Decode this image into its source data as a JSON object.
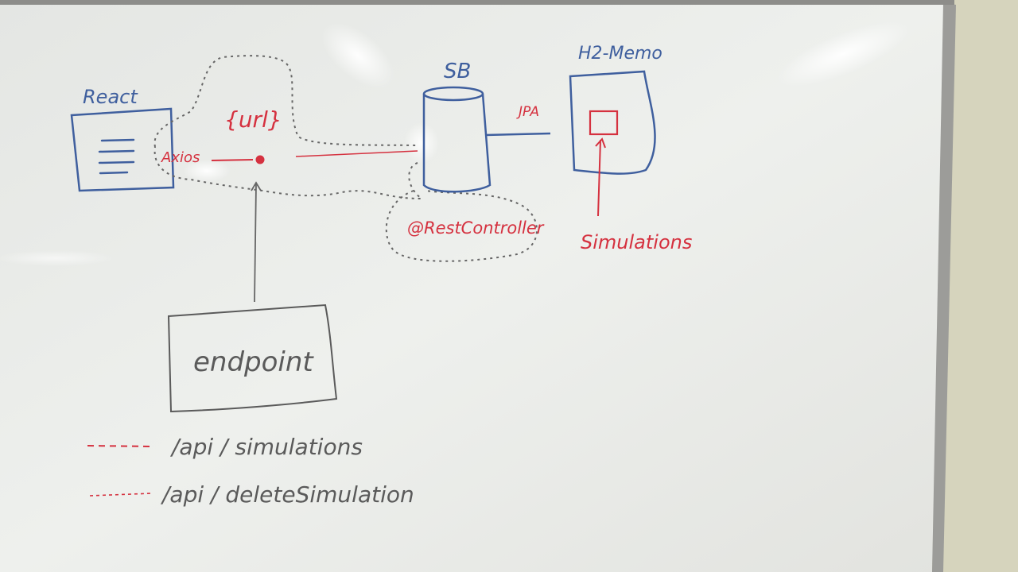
{
  "labels": {
    "react": "React",
    "axios": "Axios",
    "url": "{url}",
    "sb": "SB",
    "jpa": "JPA",
    "h2": "H2-Memo",
    "rest_controller": "@RestController",
    "simulations": "Simulations",
    "endpoint": "endpoint"
  },
  "legend": [
    {
      "text": "/api / simulations"
    },
    {
      "text": "/api / deleteSimulation"
    }
  ],
  "colors": {
    "marker_blue": "#3f5f9e",
    "marker_red": "#d5313f",
    "marker_grey": "#5a5a5a",
    "board": "#f1f2ef",
    "frame": "#9a9a98",
    "wall": "#d9d8c4"
  }
}
